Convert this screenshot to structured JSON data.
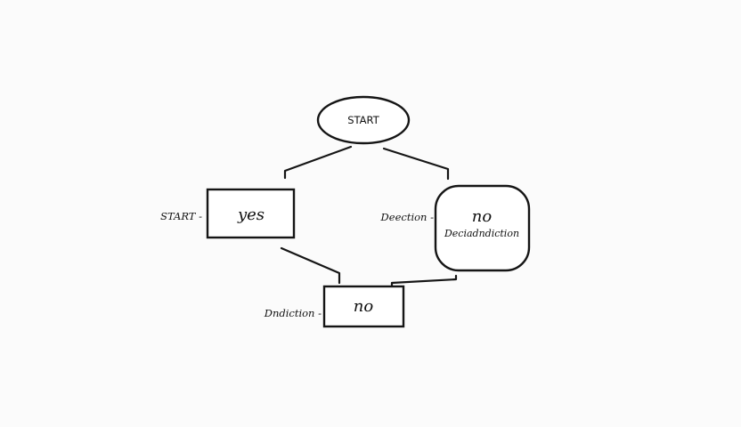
{
  "diagram": {
    "nodes": {
      "start": {
        "label": "START"
      },
      "yes_box": {
        "label": "yes"
      },
      "no_rounded": {
        "label": "no",
        "sublabel": "Deciadndiction"
      },
      "no_box": {
        "label": "no"
      }
    },
    "side_labels": {
      "left_of_yes": "START -",
      "left_of_rounded": "Deection -",
      "left_of_bottom": "Dndiction -"
    }
  }
}
